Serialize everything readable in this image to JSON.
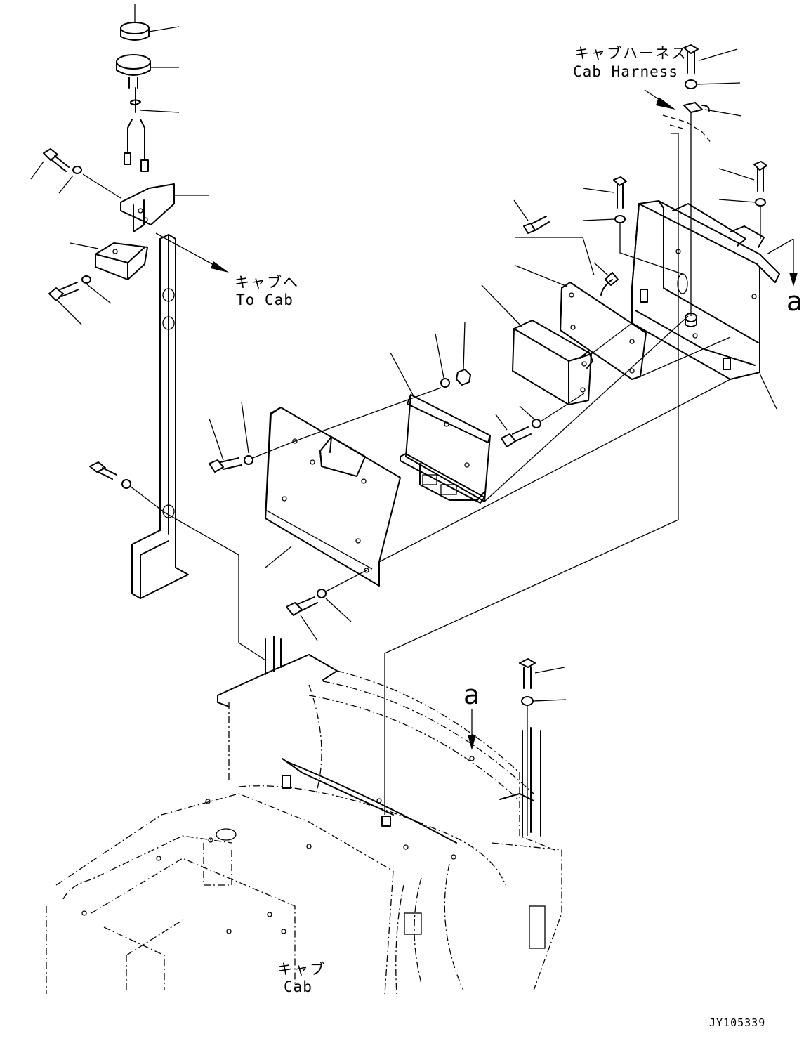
{
  "labels": {
    "cab_harness_jp": "キャブハーネス",
    "cab_harness_en": "Cab Harness",
    "to_cab_jp": "キャブへ",
    "to_cab_en": "To Cab",
    "cab_jp": "キャブ",
    "cab_en": "Cab",
    "view_a_top": "a",
    "view_a_bottom": "a"
  },
  "drawing_number": "JY105339"
}
